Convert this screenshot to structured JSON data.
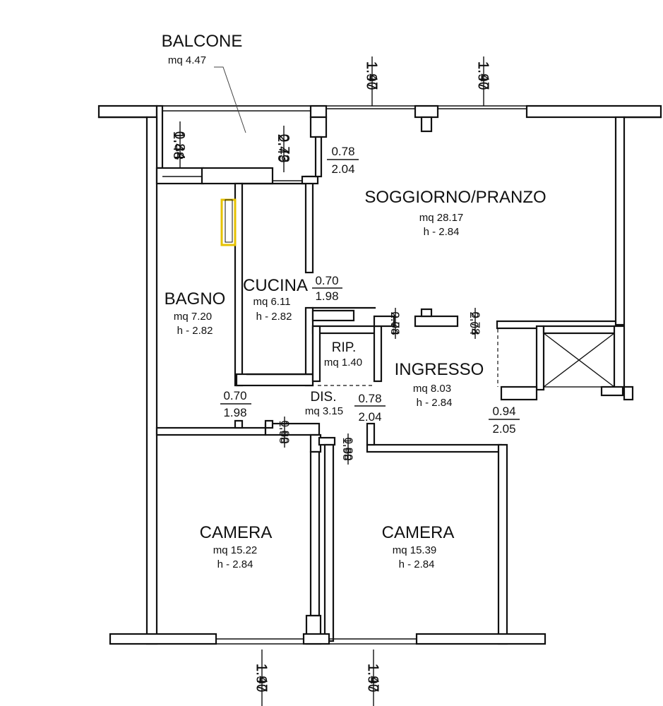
{
  "accent_color": "#e6c200",
  "rooms": {
    "balcone": {
      "name": "BALCONE",
      "area": "mq 4.47"
    },
    "soggiorno": {
      "name": "SOGGIORNO/PRANZO",
      "area": "mq 28.17",
      "height": "h - 2.84"
    },
    "cucina": {
      "name": "CUCINA",
      "area": "mq 6.11",
      "height": "h - 2.82"
    },
    "bagno": {
      "name": "BAGNO",
      "area": "mq 7.20",
      "height": "h - 2.82"
    },
    "rip": {
      "name": "RIP.",
      "area": "mq 1.40"
    },
    "ingresso": {
      "name": "INGRESSO",
      "area": "mq 8.03",
      "height": "h - 2.84"
    },
    "dis": {
      "name": "DIS.",
      "area": "mq 3.15"
    },
    "camera1": {
      "name": "CAMERA",
      "area": "mq 15.22",
      "height": "h - 2.84"
    },
    "camera2": {
      "name": "CAMERA",
      "area": "mq 15.39",
      "height": "h - 2.84"
    }
  },
  "openings": {
    "top_left_window": {
      "width": "1.90",
      "height": "1.47"
    },
    "top_right_window": {
      "width": "1.90",
      "height": "1.47"
    },
    "balcone_left": {
      "width": "0.84",
      "height": "1.48"
    },
    "balcone_right": {
      "width": "0.73",
      "height": "2.49"
    },
    "balcone_door": {
      "width": "0.78",
      "height": "2.04"
    },
    "cucina_door": {
      "width": "0.70",
      "height": "1.98"
    },
    "ingresso_left_door": {
      "width": "0.78",
      "height": "2.04"
    },
    "ingresso_right_door": {
      "width": "0.78",
      "height": "2.04"
    },
    "bagno_door": {
      "width": "0.70",
      "height": "1.98"
    },
    "dis_door": {
      "width": "0.78",
      "height": "2.04"
    },
    "entrance_door": {
      "width": "0.94",
      "height": "2.05"
    },
    "camera1_door": {
      "width": "0.80",
      "height": "1.98"
    },
    "camera2_door": {
      "width": "0.80",
      "height": "1.98"
    },
    "bottom_left_window": {
      "width": "1.90",
      "height": "1.47"
    },
    "bottom_right_window": {
      "width": "1.90",
      "height": "1.47"
    }
  }
}
